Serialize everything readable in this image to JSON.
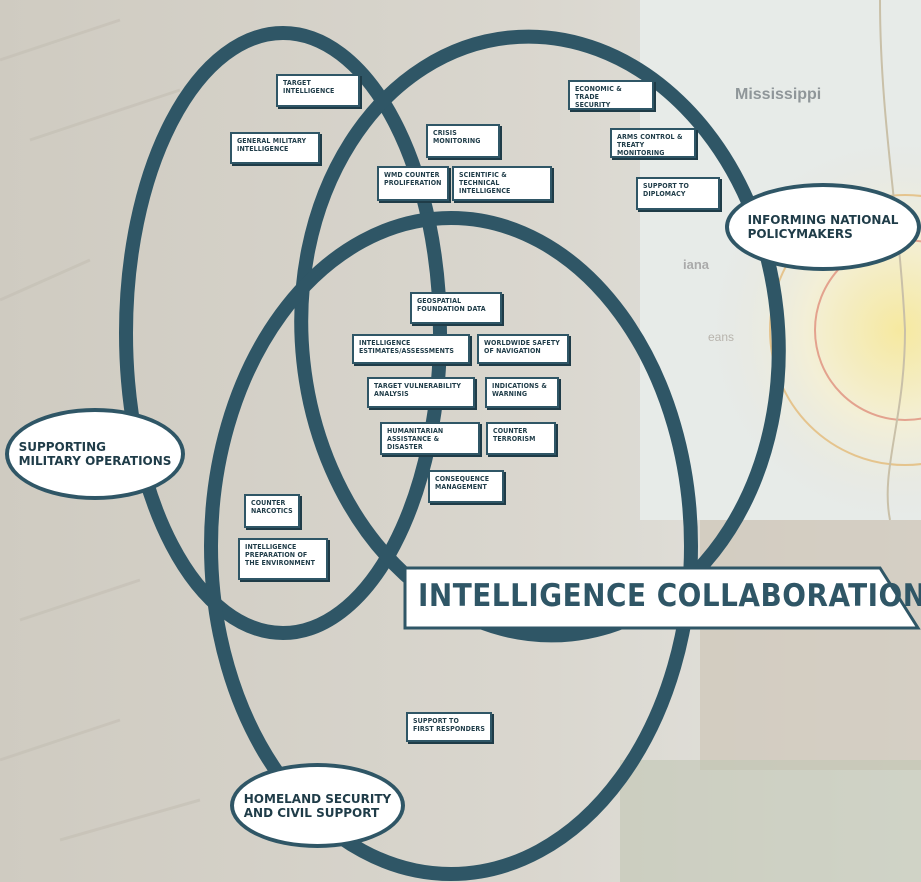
{
  "background": {
    "map_label": "Mississippi",
    "map_label_partial": "iana",
    "map_label_partial2": "eans",
    "colors": {
      "ring": "#2f5666",
      "text": "#1f3c48",
      "background": "#dcd8cf",
      "map": "#e6eae6"
    }
  },
  "title": "INTELLIGENCE COLLABORATION",
  "ovals": {
    "military": "SUPPORTING\nMILITARY OPERATIONS",
    "policy": "INFORMING NATIONAL\nPOLICYMAKERS",
    "homeland": "HOMELAND SECURITY\nAND CIVIL SUPPORT"
  },
  "boxes": {
    "target_intelligence": "TARGET\nINTELLIGENCE",
    "general_military": "GENERAL MILITARY\nINTELLIGENCE",
    "crisis_monitoring": "CRISIS\nMONITORING",
    "wmd": "WMD COUNTER\nPROLIFERATION",
    "scientific": "SCIENTIFIC & TECHNICAL\nINTELLIGENCE",
    "economic": "ECONOMIC & TRADE\nSECURITY",
    "arms_control": "ARMS CONTROL &\nTREATY MONITORING",
    "diplomacy": "SUPPORT TO\nDIPLOMACY",
    "geospatial": "GEOSPATIAL\nFOUNDATION DATA",
    "estimates": "INTELLIGENCE\nESTIMATES/ASSESSMENTS",
    "navigation": "WORLDWIDE SAFETY\nOF NAVIGATION",
    "vulnerability": "TARGET VULNERABILITY\nANALYSIS",
    "warning": "INDICATIONS &\nWARNING",
    "humanitarian": "HUMANITARIAN\nASSISTANCE & DISASTER",
    "terrorism": "COUNTER\nTERRORISM",
    "consequence": "CONSEQUENCE\nMANAGEMENT",
    "narcotics": "COUNTER\nNARCOTICS",
    "ipoe": "INTELLIGENCE\nPREPARATION OF\nTHE ENVIRONMENT",
    "first_responders": "SUPPORT TO\nFIRST RESPONDERS"
  }
}
